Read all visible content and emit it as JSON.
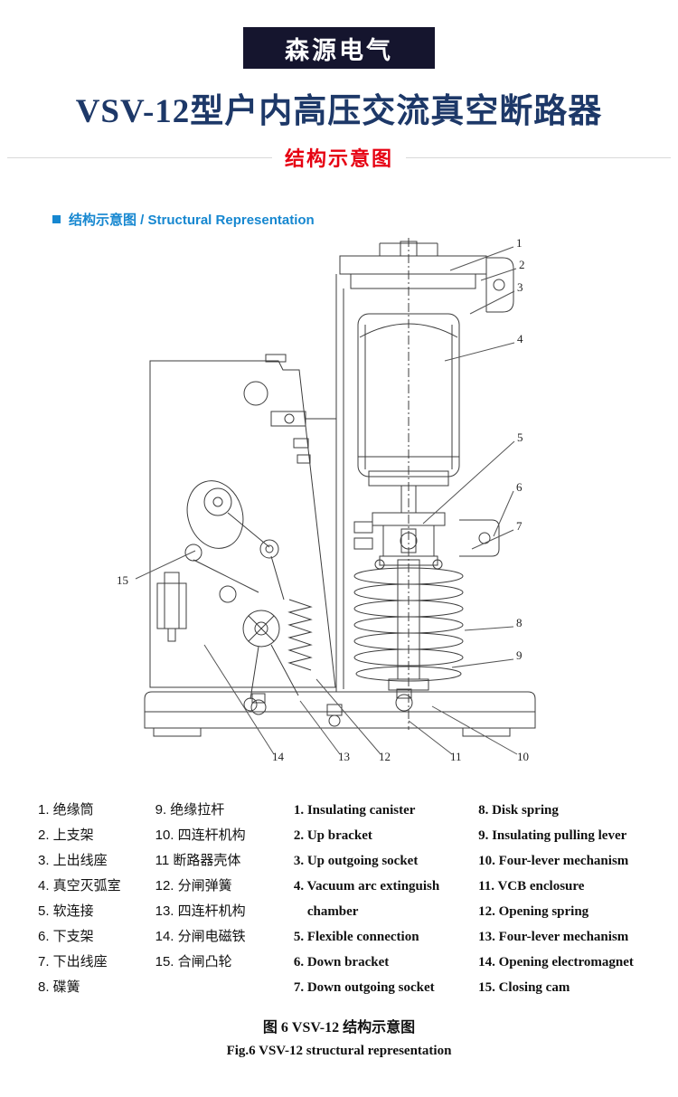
{
  "banner": {
    "brand": "森源电气"
  },
  "title": "VSV-12型户内高压交流真空断路器",
  "subtitle_red": "结构示意图",
  "section_header": "结构示意图 / Structural Representation",
  "diagram": {
    "callouts": [
      "1",
      "2",
      "3",
      "4",
      "5",
      "6",
      "7",
      "8",
      "9",
      "10",
      "11",
      "12",
      "13",
      "14",
      "15"
    ]
  },
  "legend": {
    "cn_col1": [
      "1. 绝缘筒",
      "2. 上支架",
      "3. 上出线座",
      "4. 真空灭弧室",
      "5. 软连接",
      "6. 下支架",
      "7. 下出线座",
      "8. 碟簧"
    ],
    "cn_col2": [
      "9. 绝缘拉杆",
      "10. 四连杆机构",
      "11 断路器壳体",
      "12. 分闸弹簧",
      "13. 四连杆机构",
      "14. 分闸电磁铁",
      "15. 合闸凸轮"
    ],
    "en_col1": [
      "1. Insulating canister",
      "2. Up bracket",
      "3. Up outgoing socket",
      "4. Vacuum arc extinguish",
      "    chamber",
      "5. Flexible connection",
      "6. Down bracket",
      "7. Down outgoing socket"
    ],
    "en_col2": [
      "8. Disk spring",
      "9. Insulating pulling lever",
      "10. Four-lever mechanism",
      "11. VCB enclosure",
      "12. Opening spring",
      "13. Four-lever mechanism",
      "14. Opening electromagnet",
      "15. Closing cam"
    ]
  },
  "captions": {
    "cn": "图 6   VSV-12 结构示意图",
    "en": "Fig.6   VSV-12 structural representation"
  },
  "colors": {
    "banner_bg": "#15152e",
    "title_navy": "#1d3868",
    "accent_red": "#e60012",
    "accent_blue": "#1687d0",
    "line_gray": "#d9d9d9",
    "drawing_stroke": "#3c3c3c"
  }
}
